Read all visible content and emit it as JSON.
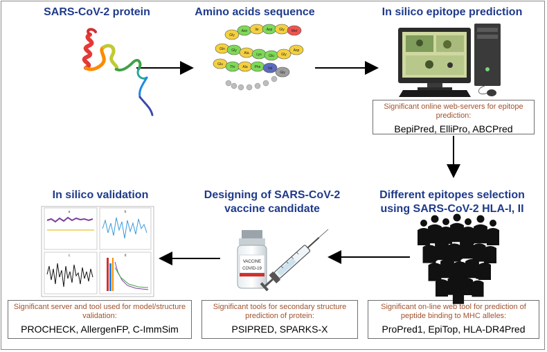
{
  "steps": {
    "protein": {
      "title": "SARS-CoV-2 protein"
    },
    "sequence": {
      "title": "Amino acids sequence",
      "beads": [
        "Gly",
        "Asn",
        "Ile",
        "Asp",
        "Gly",
        "Met",
        "Gln",
        "Gly",
        "Ala",
        "Lys",
        "Glu",
        "Gly",
        "Asp",
        "Glu",
        "Thr",
        "Ala",
        "Phe",
        "Val",
        "Gly"
      ]
    },
    "prediction": {
      "title": "In silico epitope prediction",
      "caption": "Significant online web-servers for epitope prediction:",
      "tools": "BepiPred,  ElliPro,  ABCPred"
    },
    "selection": {
      "title_line1": "Different epitopes selection",
      "title_line2": "using SARS-CoV-2 HLA-I, II",
      "caption": "Significant on-line web tool for prediction of peptide binding to MHC alleles:",
      "tools": "ProPred1,  EpiTop,  HLA-DR4Pred"
    },
    "design": {
      "title_line1": "Designing of SARS-CoV-2",
      "title_line2": "vaccine candidate",
      "vial_line1": "VACCINE",
      "vial_line2": "COVID-19",
      "caption": "Significant tools for secondary structure prediction of protein:",
      "tools": "PSIPRED,  SPARKS-X"
    },
    "validation": {
      "title": "In silico validation",
      "panel_labels": [
        "a",
        "b",
        "c",
        "d"
      ],
      "caption": "Significant server and tool used for model/structure  validation:",
      "tools": "PROCHECK,  AllergenFP,  C-ImmSim"
    }
  },
  "colors": {
    "title": "#1f3a8a",
    "caption": "#a0522d",
    "arrow": "#000000"
  }
}
